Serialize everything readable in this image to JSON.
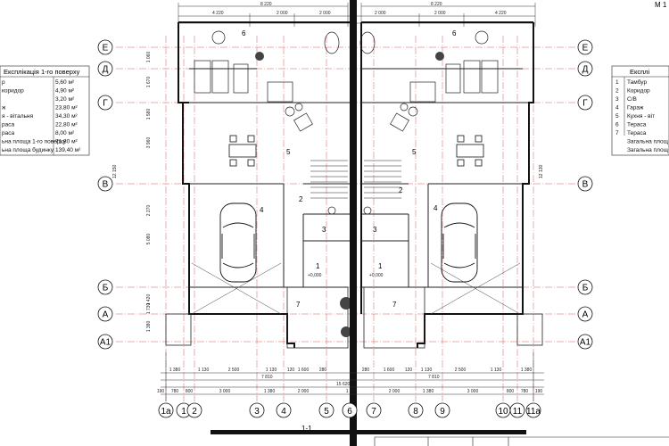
{
  "sheet_code": "М 1",
  "section_mark": "1-1",
  "axes": {
    "rows": [
      "Е",
      "Д",
      "Г",
      "В",
      "Б",
      "А",
      "А1"
    ],
    "cols": [
      "1а",
      "1",
      "2",
      "3",
      "4",
      "5",
      "6",
      "7",
      "8",
      "9",
      "10",
      "11",
      "11а"
    ]
  },
  "left_table": {
    "title": "Експлікація 1-го поверху",
    "rows": [
      {
        "name": "р",
        "area": "5,60 м²"
      },
      {
        "name": "коридор",
        "area": "4,90 м²"
      },
      {
        "name": "",
        "area": "3,20 м²"
      },
      {
        "name": "ж",
        "area": "23,80 м²"
      },
      {
        "name": "я - вітальня",
        "area": "34,30 м²"
      },
      {
        "name": "раса",
        "area": "22,80 м²"
      },
      {
        "name": "раса",
        "area": "8,00 м²"
      },
      {
        "name": "ьна площа 1-го поверху",
        "area": "71,80 м²"
      },
      {
        "name": "ьна площа будинку",
        "area": "139,40 м²"
      }
    ]
  },
  "right_table": {
    "title": "Експлі",
    "rows": [
      {
        "n": "1",
        "name": "Тамбур"
      },
      {
        "n": "2",
        "name": "Коридор"
      },
      {
        "n": "3",
        "name": "С/В"
      },
      {
        "n": "4",
        "name": "Гараж"
      },
      {
        "n": "5",
        "name": "Кухня - віт"
      },
      {
        "n": "6",
        "name": "Тераса"
      },
      {
        "n": "7",
        "name": "Тераса"
      },
      {
        "n": "",
        "name": "Загальна площ"
      },
      {
        "n": "",
        "name": "Загальна площ"
      }
    ]
  },
  "rooms": {
    "r1": "1",
    "r2": "2",
    "r3": "3",
    "r4": "4",
    "r5": "5",
    "r6": "6",
    "r7": "7",
    "level": "+0,000"
  },
  "dims": {
    "top_total": "8 220",
    "top_a": "4 220",
    "top_b": "2 000",
    "top_c": "2 000",
    "bottom_total": "15 620",
    "bottom_half": "7 810",
    "bottom_parts": [
      "1 380",
      "1 130",
      "2 500",
      "1 130",
      "120",
      "1 600",
      "280",
      "280",
      "1 600",
      "120",
      "1 130",
      "2 500",
      "1 130",
      "1 380"
    ],
    "bottom_axes": [
      "190",
      "780",
      "800",
      "3 000",
      "1 380",
      "2 000",
      "1 140",
      "2 000",
      "1 380",
      "3 000",
      "800",
      "780",
      "190"
    ],
    "left_total": "12 150",
    "left_parts": [
      "1 060",
      "1 670",
      "1 580",
      "3 960",
      "2 270",
      "5 080",
      "1 420",
      "1 730",
      "1 380"
    ],
    "right_total": "12 130"
  }
}
